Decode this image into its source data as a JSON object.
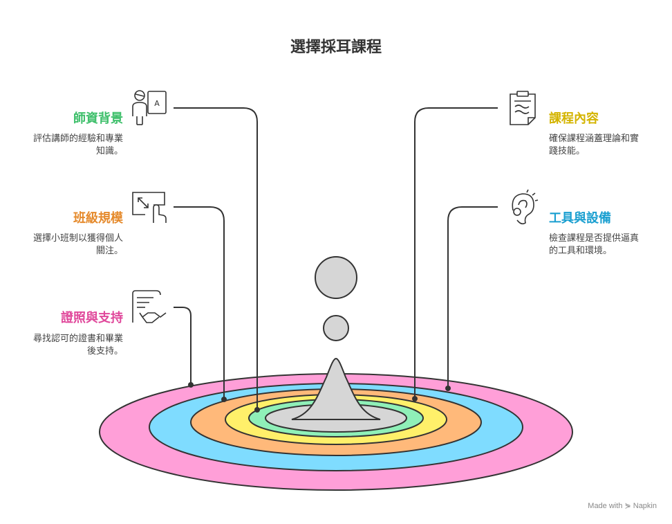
{
  "title": "選擇採耳課程",
  "items": [
    {
      "label": "師資背景",
      "desc_line1": "評估講師的經驗和專業",
      "desc_line2": "知識。",
      "color": "#3dbf6a",
      "icon": "teacher-icon"
    },
    {
      "label": "班級規模",
      "desc_line1": "選擇小班制以獲得個人",
      "desc_line2": "關注。",
      "color": "#e58a2c",
      "icon": "resize-touch-icon"
    },
    {
      "label": "證照與支持",
      "desc_line1": "尋找認可的證書和畢業",
      "desc_line2": "後支持。",
      "color": "#e0489b",
      "icon": "certificate-handshake-icon"
    },
    {
      "label": "課程內容",
      "desc_line1": "確保課程涵蓋理論和實",
      "desc_line2": "踐技能。",
      "color": "#d4b400",
      "icon": "clipboard-icon"
    },
    {
      "label": "工具與設備",
      "desc_line1": "檢查課程是否提供逼真",
      "desc_line2": "的工具和環境。",
      "color": "#1a9fd0",
      "icon": "ear-icon"
    }
  ],
  "rings": {
    "pink": "#ff9fd8",
    "blue": "#7fdcff",
    "orange": "#ffb97a",
    "yellow": "#fff06a",
    "green": "#8ff0b8",
    "center": "#d6d6d6"
  },
  "branding": "Made with ⋟ Napkin"
}
